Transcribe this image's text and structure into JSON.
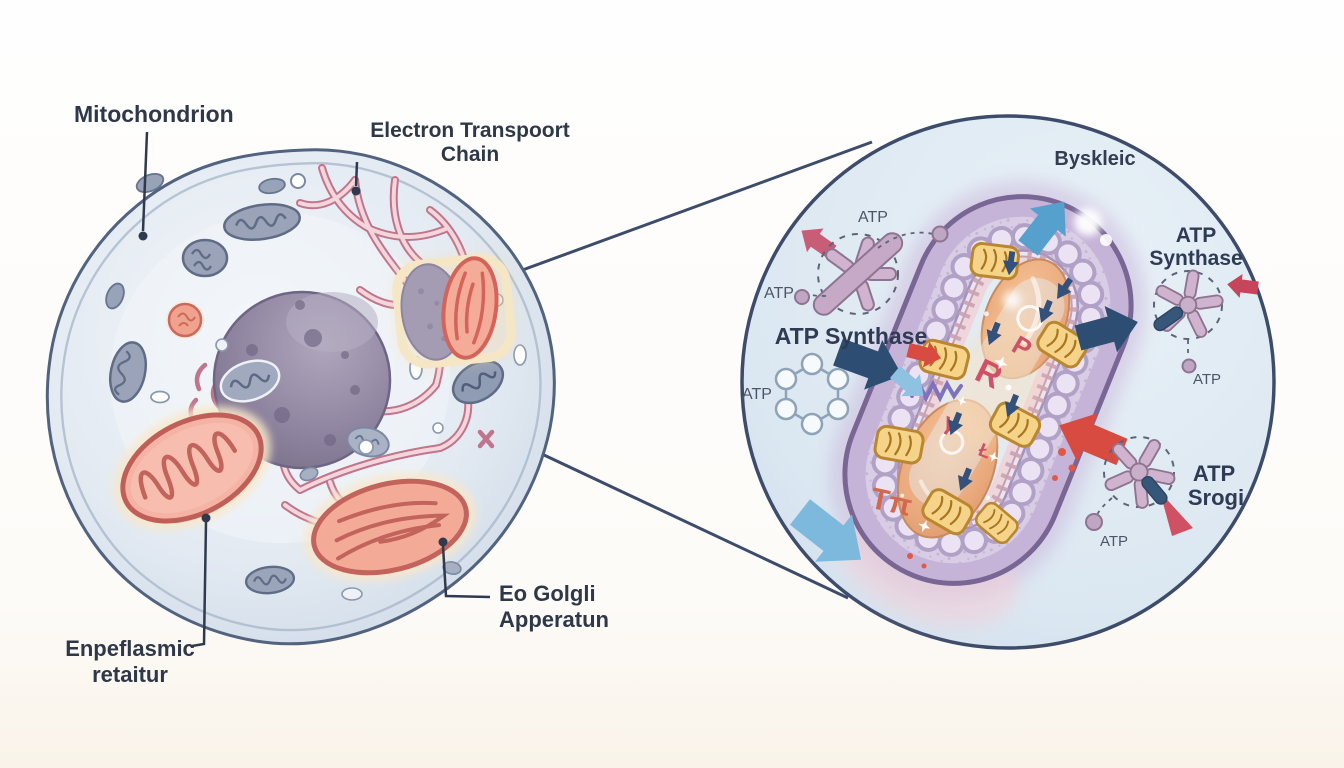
{
  "cell_panel": {
    "labels": {
      "mitochondrion": "Mitochondrion",
      "electron_transport_line1": "Electron Transpoort",
      "electron_transport_line2": "Chain",
      "golgi_line1": "Eo Golgli",
      "golgi_line2": "Apperatun",
      "er_line1": "Enpeflasmic",
      "er_line2": "retaitur"
    }
  },
  "zoom_panel": {
    "labels": {
      "byskleic": "Byskleic",
      "atp_synthase_main": "ATP Synthase",
      "atp_right_line1": "ATP",
      "atp_right_line2": "Synthase",
      "atp_bottom_line1": "ATP",
      "atp_bottom_line2": "Srogi",
      "atp_small": "ATP"
    },
    "matrix_letters": [
      "P",
      "R",
      "γ",
      "Ł",
      "Tπ"
    ],
    "colors": {
      "membrane_purple": "#7a6694",
      "matrix_orange": "#e8a87c",
      "complex_gold": "#f5d489",
      "arrow_navy": "#2e4d72",
      "arrow_red": "#d84b41",
      "arrow_blue": "#7db8dd",
      "label_ink": "#2f3b55"
    }
  }
}
